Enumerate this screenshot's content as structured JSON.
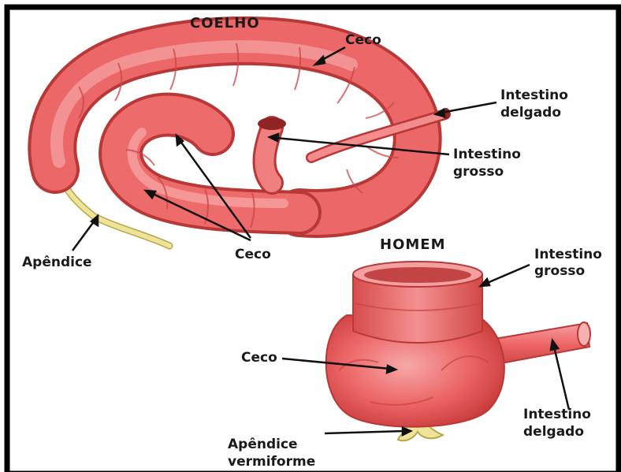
{
  "sections": {
    "rabbit": "COELHO",
    "human": "HOMEM"
  },
  "rabbit_labels": {
    "ceco_top": "Ceco",
    "small_intestine_line1": "Intestino",
    "small_intestine_line2": "delgado",
    "large_intestine_line1": "Intestino",
    "large_intestine_line2": "grosso",
    "appendix": "Apêndice",
    "ceco_bottom": "Ceco"
  },
  "human_labels": {
    "large_intestine_line1": "Intestino",
    "large_intestine_line2": "grosso",
    "ceco": "Ceco",
    "small_intestine_line1": "Intestino",
    "small_intestine_line2": "delgado",
    "appendix_line1": "Apêndice",
    "appendix_line2": "vermiforme"
  },
  "colors": {
    "tissue": "#ef6a6a",
    "tissue_dark": "#c93b3b",
    "tissue_light": "#f9a3a3",
    "appendix": "#e8dc8c",
    "border": "#000000"
  }
}
